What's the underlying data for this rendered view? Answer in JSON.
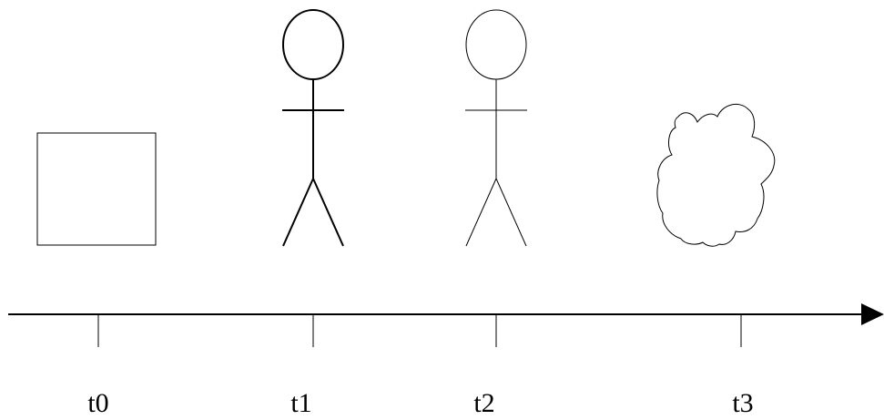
{
  "diagram": {
    "stages": [
      {
        "label": "t0",
        "shape": "square"
      },
      {
        "label": "t1",
        "shape": "stick-figure-bold"
      },
      {
        "label": "t2",
        "shape": "stick-figure"
      },
      {
        "label": "t3",
        "shape": "cloud"
      }
    ],
    "colors": {
      "stroke": "#000000",
      "background": "#ffffff"
    }
  }
}
